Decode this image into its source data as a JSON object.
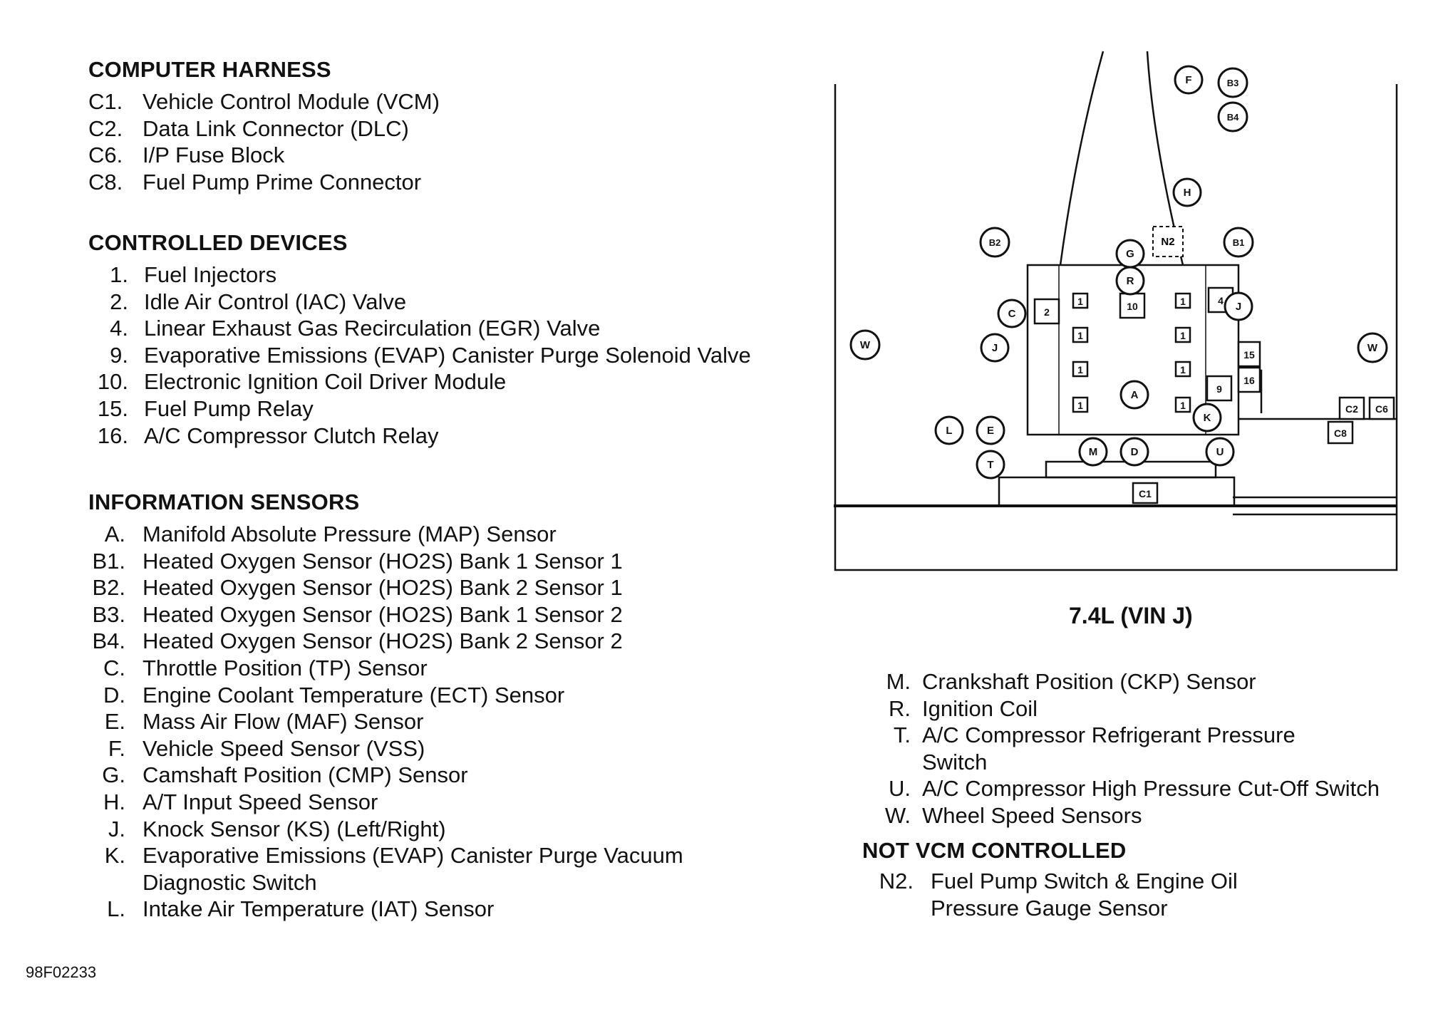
{
  "computer_harness": {
    "title": "COMPUTER HARNESS",
    "items": [
      {
        "code": "C1.",
        "label": "Vehicle Control Module (VCM)"
      },
      {
        "code": "C2.",
        "label": "Data Link Connector (DLC)"
      },
      {
        "code": "C6.",
        "label": "I/P Fuse Block"
      },
      {
        "code": "C8.",
        "label": "Fuel Pump Prime Connector"
      }
    ]
  },
  "controlled_devices": {
    "title": "CONTROLLED DEVICES",
    "items": [
      {
        "code": "1.",
        "label": "Fuel Injectors"
      },
      {
        "code": "2.",
        "label": "Idle Air Control (IAC) Valve"
      },
      {
        "code": "4.",
        "label": "Linear Exhaust Gas Recirculation (EGR) Valve"
      },
      {
        "code": "9.",
        "label": "Evaporative Emissions (EVAP) Canister Purge Solenoid Valve"
      },
      {
        "code": "10.",
        "label": "Electronic Ignition Coil Driver Module"
      },
      {
        "code": "15.",
        "label": "Fuel Pump Relay"
      },
      {
        "code": "16.",
        "label": "A/C Compressor Clutch Relay"
      }
    ]
  },
  "information_sensors": {
    "title": "INFORMATION SENSORS",
    "items": [
      {
        "code": "A.",
        "label": "Manifold Absolute Pressure (MAP) Sensor"
      },
      {
        "code": "B1.",
        "label": "Heated Oxygen Sensor (HO2S) Bank 1 Sensor 1"
      },
      {
        "code": "B2.",
        "label": "Heated Oxygen Sensor (HO2S) Bank 2 Sensor 1"
      },
      {
        "code": "B3.",
        "label": "Heated Oxygen Sensor (HO2S) Bank 1 Sensor 2"
      },
      {
        "code": "B4.",
        "label": "Heated Oxygen Sensor (HO2S) Bank 2 Sensor 2"
      },
      {
        "code": "C.",
        "label": "Throttle Position (TP) Sensor"
      },
      {
        "code": "D.",
        "label": "Engine Coolant Temperature (ECT) Sensor"
      },
      {
        "code": "E.",
        "label": "Mass Air Flow (MAF) Sensor"
      },
      {
        "code": "F.",
        "label": "Vehicle Speed Sensor (VSS)"
      },
      {
        "code": "G.",
        "label": "Camshaft Position (CMP) Sensor"
      },
      {
        "code": "H.",
        "label": "A/T Input Speed Sensor"
      },
      {
        "code": "J.",
        "label": "Knock Sensor (KS) (Left/Right)"
      },
      {
        "code": "K.",
        "label": "Evaporative Emissions (EVAP) Canister Purge Vacuum Diagnostic Switch"
      },
      {
        "code": "L.",
        "label": "Intake Air Temperature (IAT) Sensor"
      }
    ]
  },
  "right_sensors": {
    "items": [
      {
        "code": "M.",
        "label": "Crankshaft Position (CKP) Sensor"
      },
      {
        "code": "R.",
        "label": "Ignition Coil"
      },
      {
        "code": "T.",
        "label": "A/C Compressor Refrigerant Pressure Switch"
      },
      {
        "code": "U.",
        "label": "A/C Compressor High Pressure Cut-Off Switch"
      },
      {
        "code": "W.",
        "label": "Wheel Speed Sensors"
      }
    ]
  },
  "not_vcm_controlled": {
    "title": "NOT VCM CONTROLLED",
    "items": [
      {
        "code": "N2.",
        "label": "Fuel Pump Switch & Engine Oil Pressure Gauge Sensor"
      }
    ]
  },
  "diagram": {
    "caption": "7.4L (VIN J)",
    "circle_labels": [
      "F",
      "B3",
      "B4",
      "H",
      "B2",
      "B1",
      "G",
      "R",
      "C",
      "J",
      "J",
      "W",
      "W",
      "A",
      "K",
      "L",
      "E",
      "T",
      "M",
      "D",
      "U"
    ],
    "box_labels": [
      "N2",
      "2",
      "10",
      "4",
      "9",
      "15",
      "16",
      "1",
      "C2",
      "C6",
      "C8",
      "C1"
    ]
  },
  "figure_id": "98F02233"
}
